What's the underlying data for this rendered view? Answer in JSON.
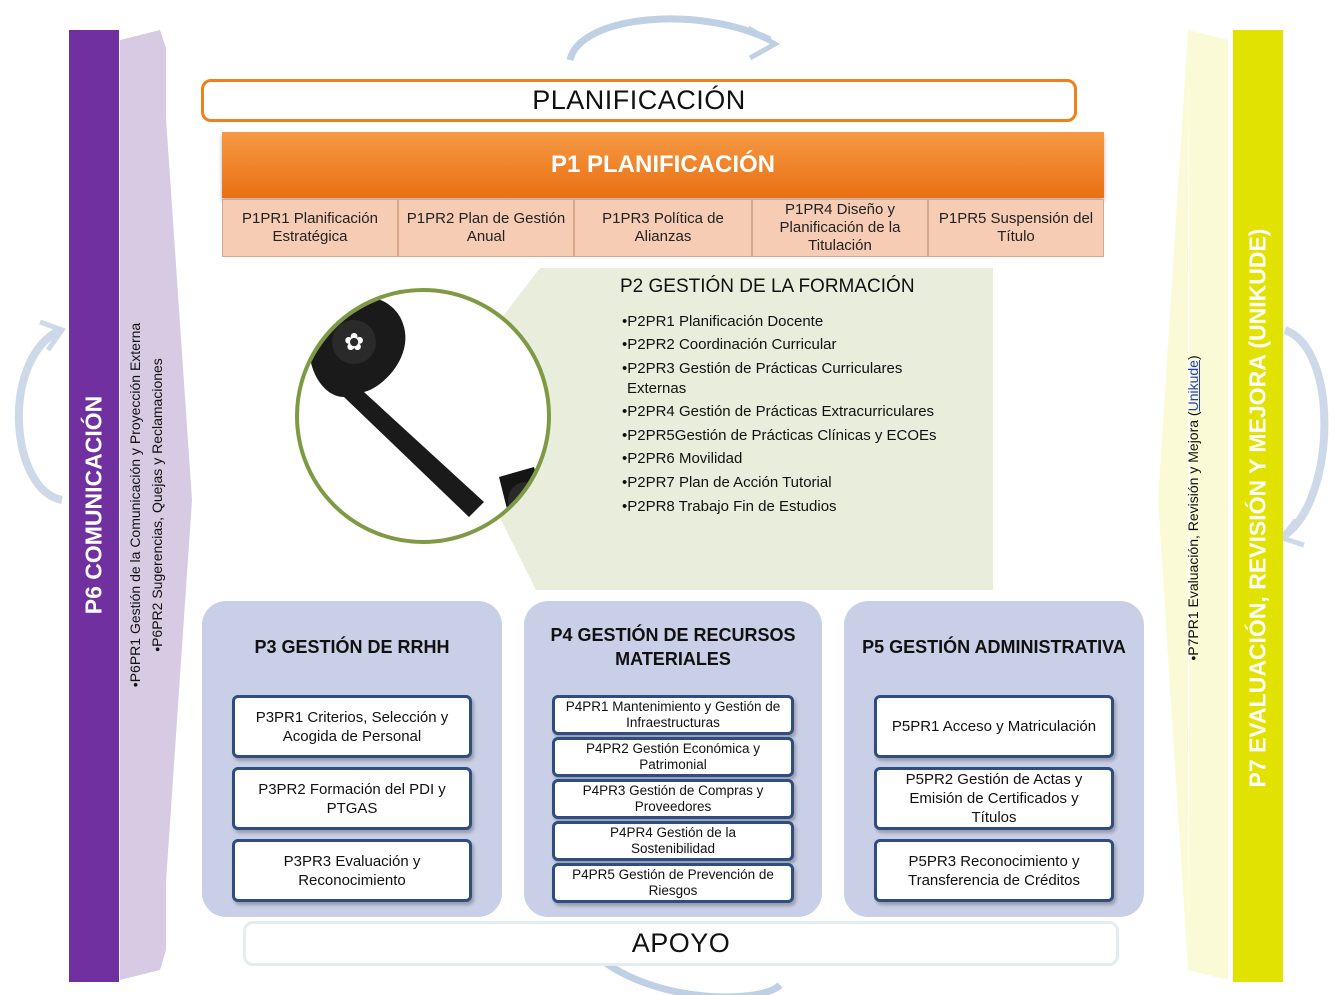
{
  "planificacion_banner": "PLANIFICACIÓN",
  "apoyo_banner": "APOYO",
  "p1": {
    "title": "P1 PLANIFICACIÓN",
    "items": [
      "P1PR1 Planificación Estratégica",
      "P1PR2 Plan de Gestión Anual",
      "P1PR3 Política de Alianzas",
      "P1PR4 Diseño y Planificación de la Titulación",
      "P1PR5 Suspensión del Título"
    ]
  },
  "p2": {
    "title": "P2 GESTIÓN DE LA FORMACIÓN",
    "items": [
      "•P2PR1 Planificación Docente",
      "•P2PR2 Coordinación Curricular",
      "•P2PR3 Gestión de Prácticas Curriculares",
      "Externas",
      "•P2PR4 Gestión de Prácticas Extracurriculares",
      "•P2PR5Gestión de Prácticas Clínicas y ECOEs",
      "•P2PR6 Movilidad",
      "•P2PR7 Plan de Acción Tutorial",
      "•P2PR8 Trabajo Fin de Estudios"
    ]
  },
  "p3": {
    "title": "P3 GESTIÓN DE RRHH",
    "items": [
      "P3PR1 Criterios, Selección y Acogida de Personal",
      "P3PR2 Formación del PDI y PTGAS",
      "P3PR3 Evaluación y Reconocimiento"
    ]
  },
  "p4": {
    "title": "P4 GESTIÓN DE RECURSOS MATERIALES",
    "items": [
      "P4PR1 Mantenimiento y Gestión de Infraestructuras",
      "P4PR2 Gestión Económica y Patrimonial",
      "P4PR3 Gestión de Compras y Proveedores",
      "P4PR4 Gestión de la Sostenibilidad",
      "P4PR5 Gestión de Prevención de Riesgos"
    ]
  },
  "p5": {
    "title": "P5 GESTIÓN ADMINISTRATIVA",
    "items": [
      "P5PR1 Acceso y Matriculación",
      "P5PR2 Gestión de Actas y Emisión de Certificados y Títulos",
      "P5PR3 Reconocimiento y Transferencia de Créditos"
    ]
  },
  "p6": {
    "title": "P6 COMUNICACIÓN",
    "items": [
      "•P6PR1 Gestión de la Comunicación y Proyección Externa",
      "•P6PR2 Sugerencias, Quejas y Reclamaciones"
    ]
  },
  "p7": {
    "title": "P7 EVALUACIÓN, REVISIÓN Y MEJORA (UNIKUDE)",
    "item_prefix": "•P7PR1 Evaluación, Revisión y Mejora (",
    "item_link": "Unikude",
    "item_suffix": ")"
  },
  "colors": {
    "purple": "#7030a0",
    "yellow": "#e2e200",
    "orange": "#f07f1c",
    "salmon": "#f7ccb4",
    "lavender": "#c9cfe6",
    "navy": "#2f4d7f",
    "olive_green": "#7f9a45"
  }
}
